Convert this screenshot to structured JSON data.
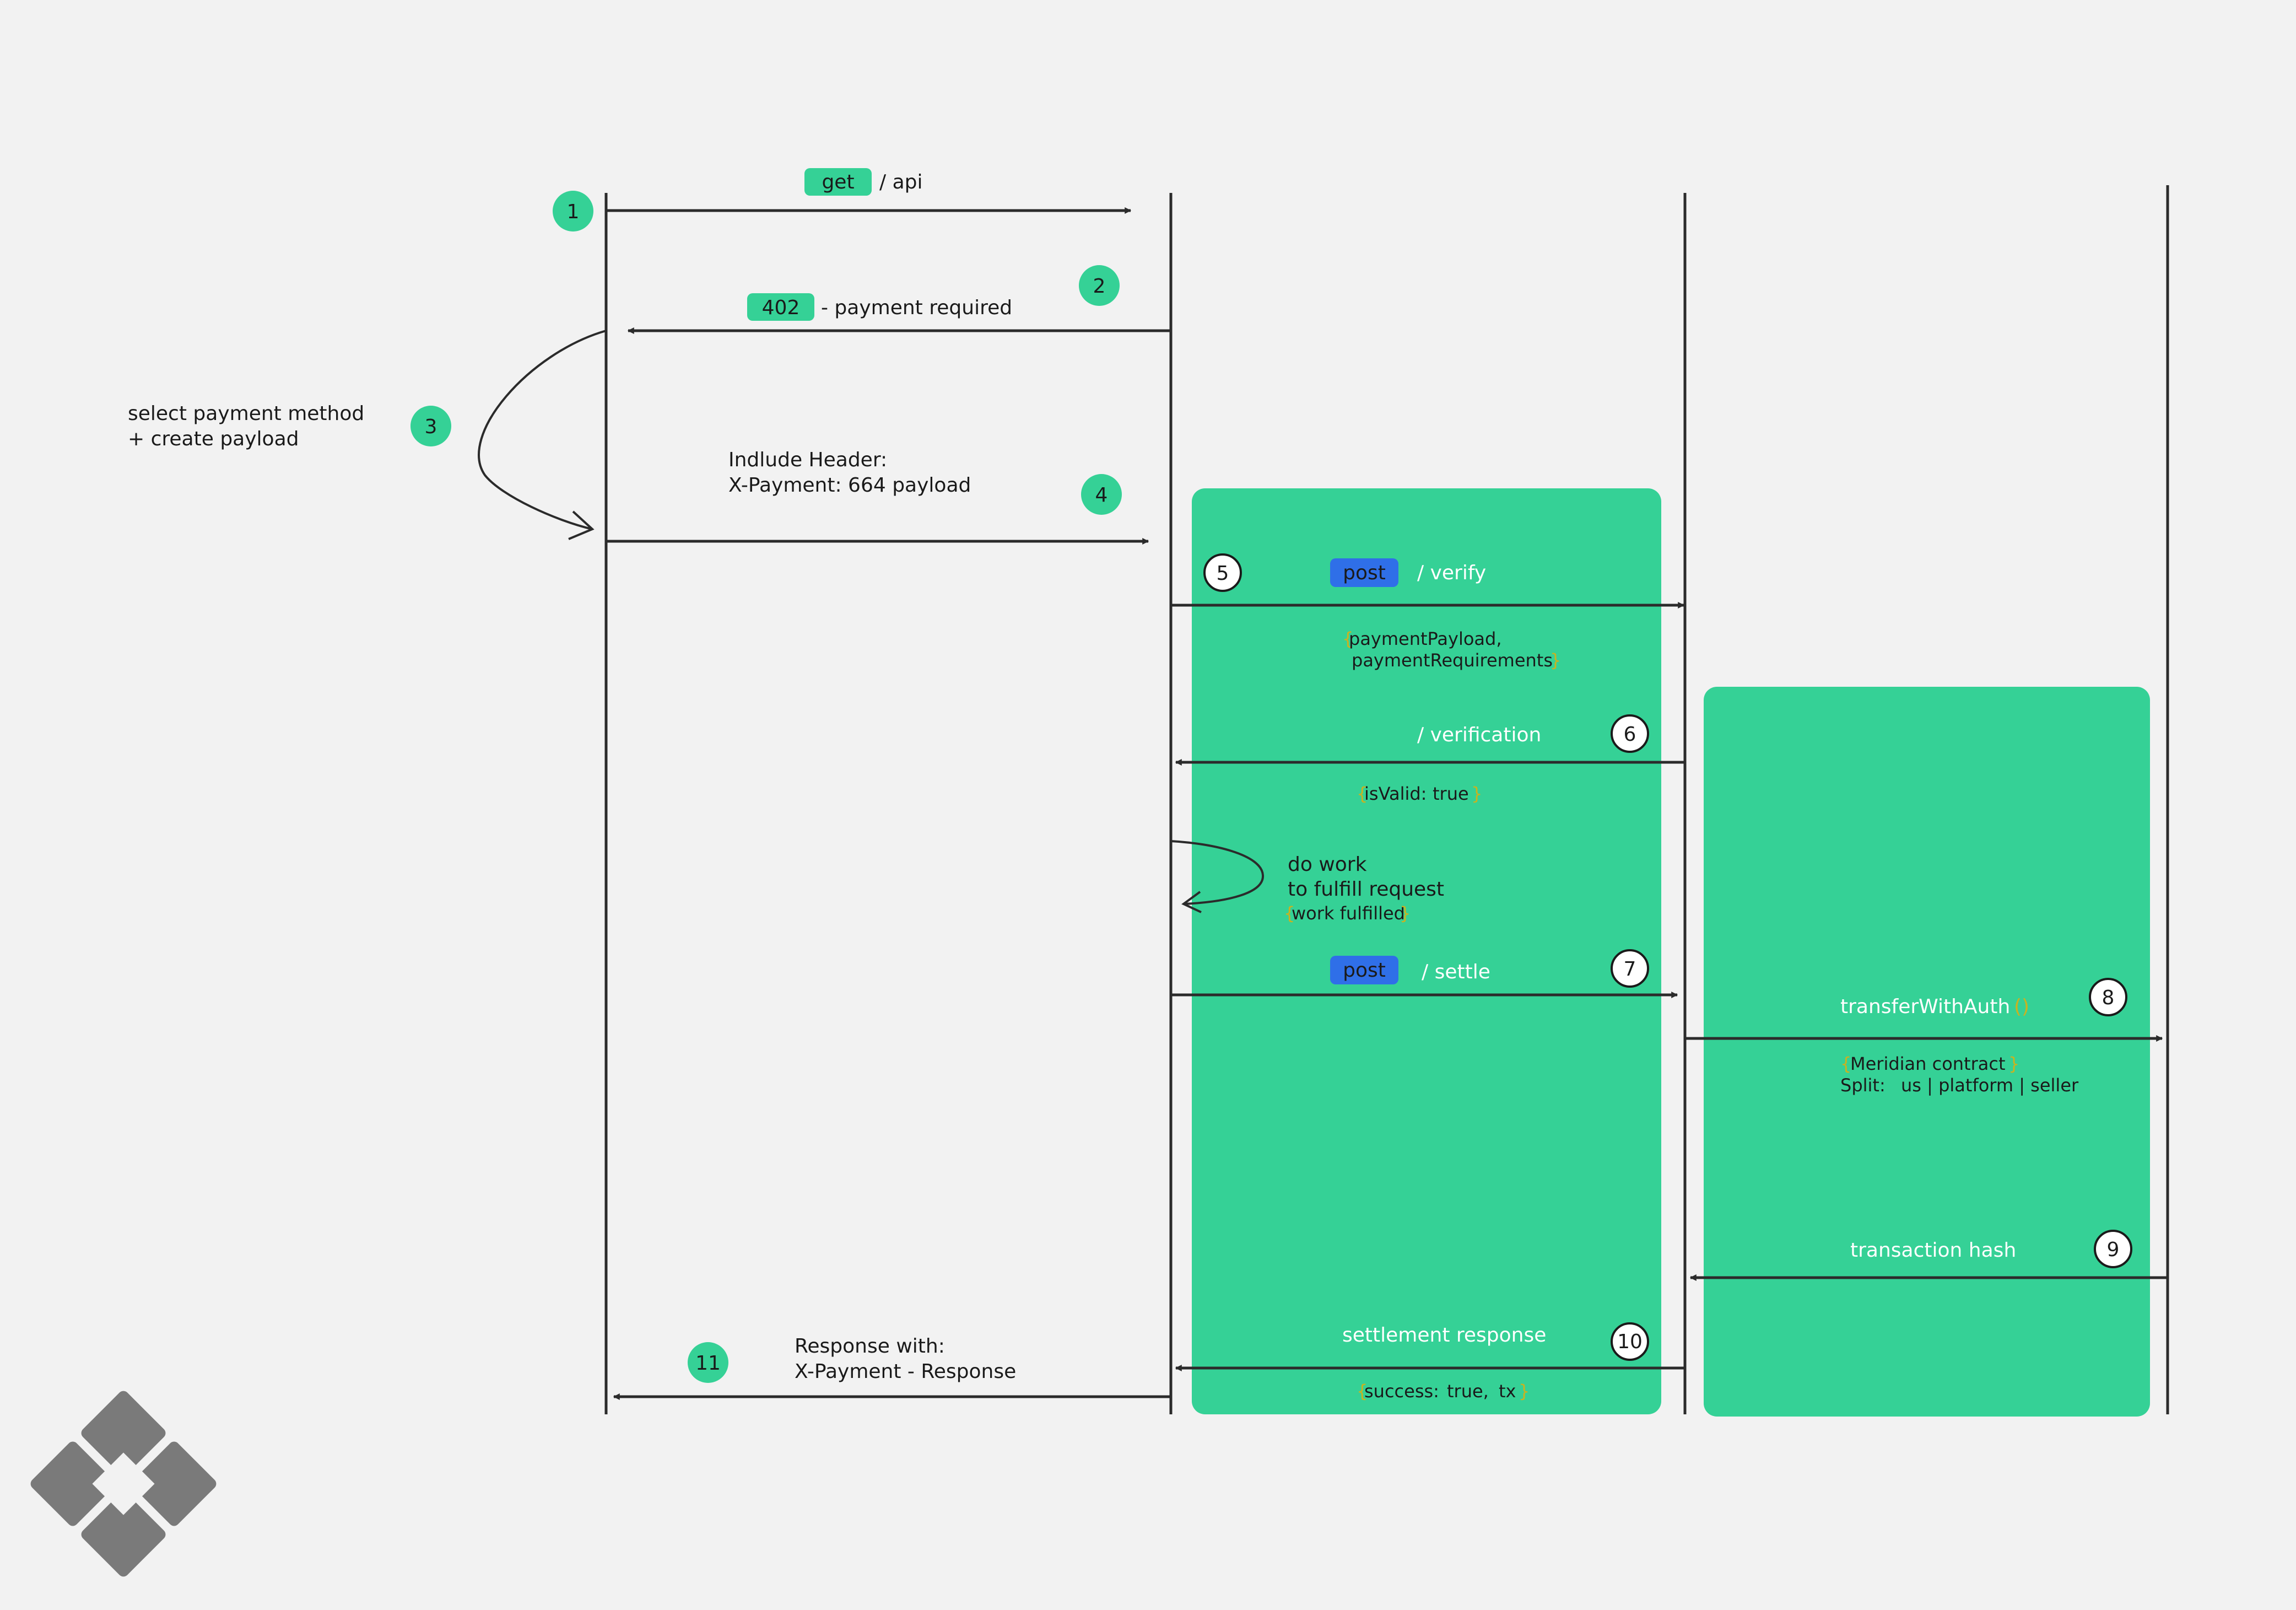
{
  "colors": {
    "background": "#f2f2f2",
    "green": "#35d196",
    "blue": "#2f6fe8",
    "line": "#2b2b2b",
    "white": "#ffffff",
    "brace": "#c9b320",
    "logo": "#7a7a7a"
  },
  "steps": {
    "s1": "1",
    "s2": "2",
    "s3": "3",
    "s4": "4",
    "s5": "5",
    "s6": "6",
    "s7": "7",
    "s8": "8",
    "s9": "9",
    "s10": "10",
    "s11": "11"
  },
  "messages": {
    "get_method": "get",
    "get_path": "/  api",
    "status_code": "402",
    "status_text": "-  payment required",
    "select_line1": "select payment method",
    "select_line2": "+ create payload",
    "header_line1": "Indlude Header:",
    "header_line2": "X-Payment: 664 payload",
    "verify_method": "post",
    "verify_path": "/  verify",
    "verify_body_line1": "paymentPayload,",
    "verify_body_line2": "paymentRequirements",
    "verification_path": "/  verification",
    "isvalid_key": "isValid:",
    "isvalid_value": "true",
    "work_line1": "do work",
    "work_line2": "to fulfill request",
    "work_status": "work fulfilled",
    "settle_method": "post",
    "settle_path": "/  settle",
    "transfer_fn": "transferWithAuth",
    "contract_name": "Meridian contract",
    "split_label": "Split:",
    "split_parts": "us  | platform  | seller",
    "tx_hash": "transaction hash",
    "settlement_response": "settlement response",
    "success_key": "success:",
    "success_value": "true,",
    "tx_key": "tx",
    "response_line1": "Response with:",
    "response_line2": "X-Payment - Response"
  },
  "icons": {
    "logo": "diamond-logo-icon"
  }
}
